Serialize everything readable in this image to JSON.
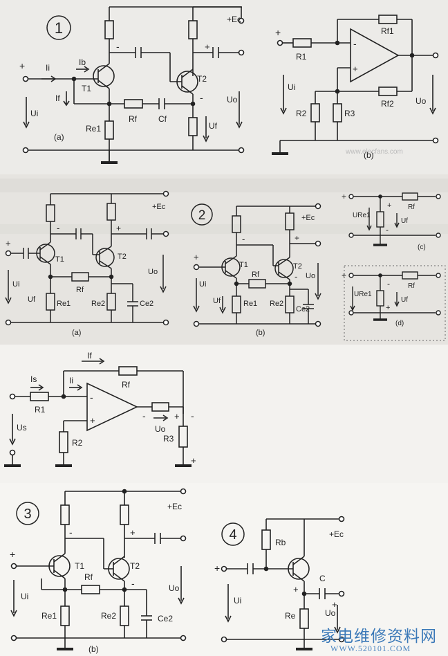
{
  "panel1": {
    "badge": "1",
    "a": {
      "plus": "+",
      "ii": "Ii",
      "ib": "Ib",
      "if": "If",
      "t1": "T1",
      "t2": "T2",
      "ec": "+Ec",
      "rf": "Rf",
      "cf": "Cf",
      "re1": "Re1",
      "ui": "Ui",
      "uo": "Uo",
      "uf": "Uf",
      "cap": "(a)",
      "minus": "-",
      "plus2": "+"
    },
    "b": {
      "plus": "+",
      "r1": "R1",
      "rf1": "Rf1",
      "ui": "Ui",
      "r2": "R2",
      "r3": "R3",
      "rf2": "Rf2",
      "uo": "Uo",
      "cap": "(b)",
      "minus": "-",
      "plusin": "+",
      "site": "www.elecfans.com"
    }
  },
  "panel2": {
    "badge": "2",
    "a": {
      "plus": "+",
      "t1": "T1",
      "t2": "T2",
      "ec": "+Ec",
      "rf": "Rf",
      "ui": "Ui",
      "uf": "Uf",
      "re1": "Re1",
      "re2": "Re2",
      "ce2": "Ce2",
      "uo": "Uo",
      "cap": "(a)",
      "minus": "-",
      "plus2": "+"
    },
    "b": {
      "plus": "+",
      "t1": "T1",
      "t2": "T2",
      "ec": "+Ec",
      "rf": "Rf",
      "ui": "Ui",
      "uf": "Uf",
      "re1": "Re1",
      "re2": "Re2",
      "ce2": "Ce2",
      "uo": "Uo",
      "cap": "(b)",
      "minus": "-",
      "plus2": "+"
    },
    "c": {
      "plus": "+",
      "ure1": "URe1",
      "rf": "Rf",
      "uf": "Uf",
      "cap": "(c)",
      "minus": "-"
    },
    "d": {
      "plus": "+",
      "ure1": "URe1",
      "rf": "Rf",
      "uf": "Uf",
      "cap": "(d)",
      "minus": "-"
    }
  },
  "panel_opamp": {
    "if": "If",
    "is": "Is",
    "ii": "Ii",
    "rf": "Rf",
    "r1": "R1",
    "us": "Us",
    "r2": "R2",
    "uo": "Uo",
    "r3": "R3",
    "minus": "-",
    "plus": "+"
  },
  "panel3": {
    "badge": "3",
    "plus": "+",
    "t1": "T1",
    "t2": "T2",
    "ec": "+Ec",
    "rf": "Rf",
    "ui": "Ui",
    "re1": "Re1",
    "re2": "Re2",
    "ce2": "Ce2",
    "uo": "Uo",
    "cap": "(b)",
    "minus": "-",
    "plus2": "+"
  },
  "panel4": {
    "badge": "4",
    "plus": "+",
    "rb": "Rb",
    "ec": "+Ec",
    "c": "C",
    "ui": "Ui",
    "re": "Re",
    "uo": "Uo",
    "plus2": "+"
  },
  "watermark": {
    "cn": "家电维修资料网",
    "url": "WWW.520101.COM"
  }
}
